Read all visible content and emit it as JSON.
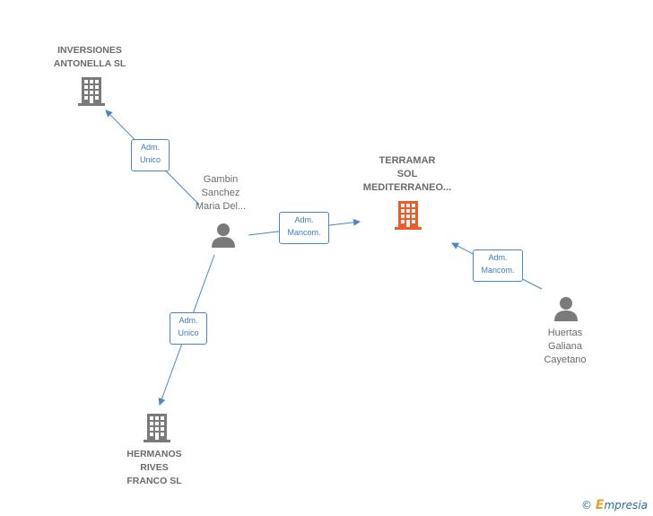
{
  "nodes": {
    "inversiones": {
      "label": "INVERSIONES\nANTONELLA SL",
      "type": "company"
    },
    "terramar": {
      "label": "TERRAMAR\nSOL\nMEDITERRANEO...",
      "type": "company-main"
    },
    "hermanos": {
      "label": "HERMANOS\nRIVES\nFRANCO SL",
      "type": "company"
    },
    "gambin": {
      "label": "Gambin\nSanchez\nMaria Del...",
      "type": "person"
    },
    "huertas": {
      "label": "Huertas\nGaliana\nCayetano",
      "type": "person"
    }
  },
  "relations": {
    "gambin_inversiones": "Adm.\nUnico",
    "gambin_terramar": "Adm.\nMancom.",
    "gambin_hermanos": "Adm.\nUnico",
    "huertas_terramar": "Adm.\nMancom."
  },
  "colors": {
    "edge": "#4a86c8",
    "company_icon": "#7a7a7a",
    "main_company_icon": "#f05a28",
    "person_icon": "#7a7a7a"
  },
  "brand": {
    "symbol": "©",
    "e": "E",
    "rest": "mpresia"
  }
}
